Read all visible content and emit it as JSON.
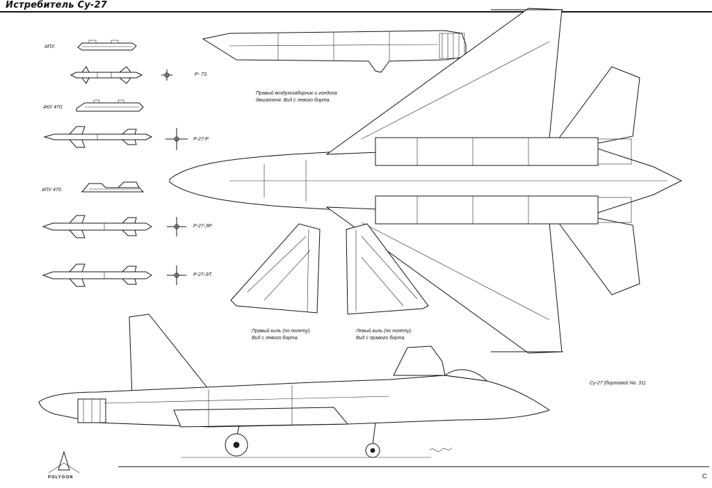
{
  "title": "Истребитель Су-27",
  "weapons": {
    "apu": "АПУ.",
    "r73": "Р- 73.",
    "aku470": "АКУ 470.",
    "r27r": "Р-27-Р.",
    "apu470": "АПУ 470.",
    "r27er": "Р-27-ЭР.",
    "r27et": "Р-27-ЭТ."
  },
  "notes": {
    "intake_line1": "Правый воздухозаборник и гондола",
    "intake_line2": "двигателя. Вид с левого борта.",
    "right_fin_line1": "Правый киль (по полету).",
    "right_fin_line2": "Вид с левого борта.",
    "left_fin_line1": "Левый киль (по полету).",
    "left_fin_line2": "Вид с правого борта.",
    "side_caption": "Су-27 (бортовой No. 31)"
  },
  "footer": {
    "logo": "POLYGON",
    "page": "C"
  }
}
